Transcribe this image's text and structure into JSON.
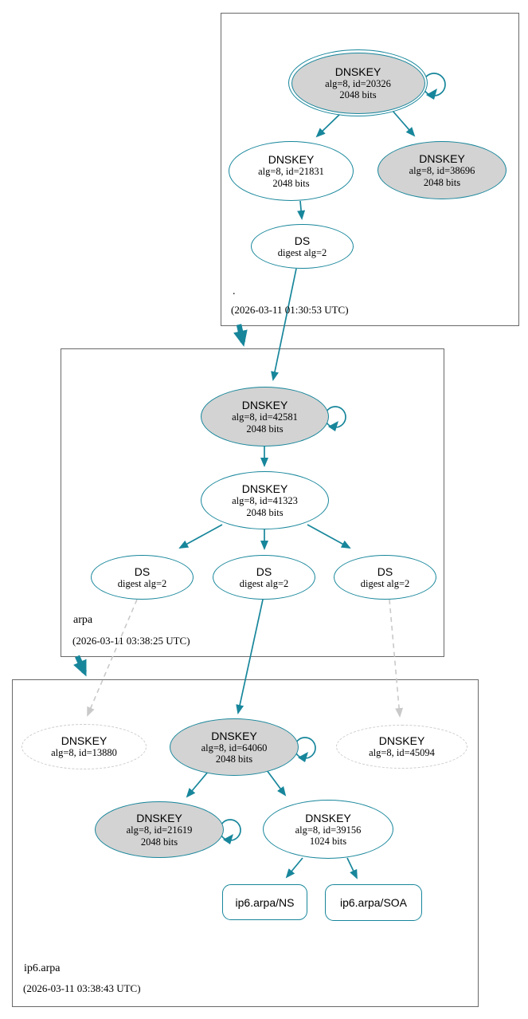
{
  "zones": {
    "root": {
      "label": ".",
      "timestamp": "(2026-03-11 01:30:53 UTC)"
    },
    "arpa": {
      "label": "arpa",
      "timestamp": "(2026-03-11 03:38:25 UTC)"
    },
    "ip6": {
      "label": "ip6.arpa",
      "timestamp": "(2026-03-11 03:38:43 UTC)"
    }
  },
  "nodes": {
    "root_ksk": {
      "title": "DNSKEY",
      "detail": "alg=8, id=20326",
      "bits": "2048 bits"
    },
    "root_zsk": {
      "title": "DNSKEY",
      "detail": "alg=8, id=21831",
      "bits": "2048 bits"
    },
    "root_key2": {
      "title": "DNSKEY",
      "detail": "alg=8, id=38696",
      "bits": "2048 bits"
    },
    "root_ds": {
      "title": "DS",
      "detail": "digest alg=2"
    },
    "arpa_ksk": {
      "title": "DNSKEY",
      "detail": "alg=8, id=42581",
      "bits": "2048 bits"
    },
    "arpa_zsk": {
      "title": "DNSKEY",
      "detail": "alg=8, id=41323",
      "bits": "2048 bits"
    },
    "arpa_ds1": {
      "title": "DS",
      "detail": "digest alg=2"
    },
    "arpa_ds2": {
      "title": "DS",
      "detail": "digest alg=2"
    },
    "arpa_ds3": {
      "title": "DS",
      "detail": "digest alg=2"
    },
    "ip6_key_13880": {
      "title": "DNSKEY",
      "detail": "alg=8, id=13880"
    },
    "ip6_ksk": {
      "title": "DNSKEY",
      "detail": "alg=8, id=64060",
      "bits": "2048 bits"
    },
    "ip6_key_45094": {
      "title": "DNSKEY",
      "detail": "alg=8, id=45094"
    },
    "ip6_key_21619": {
      "title": "DNSKEY",
      "detail": "alg=8, id=21619",
      "bits": "2048 bits"
    },
    "ip6_zsk": {
      "title": "DNSKEY",
      "detail": "alg=8, id=39156",
      "bits": "1024 bits"
    },
    "ip6_ns": {
      "label": "ip6.arpa/NS"
    },
    "ip6_soa": {
      "label": "ip6.arpa/SOA"
    }
  },
  "colors": {
    "edge_secure": "#17869b",
    "node_border": "#17869b",
    "ksk_fill": "#d3d3d3",
    "insecure_dashed": "#cccccc",
    "zone_box_border": "#696969",
    "text": "#000000"
  }
}
